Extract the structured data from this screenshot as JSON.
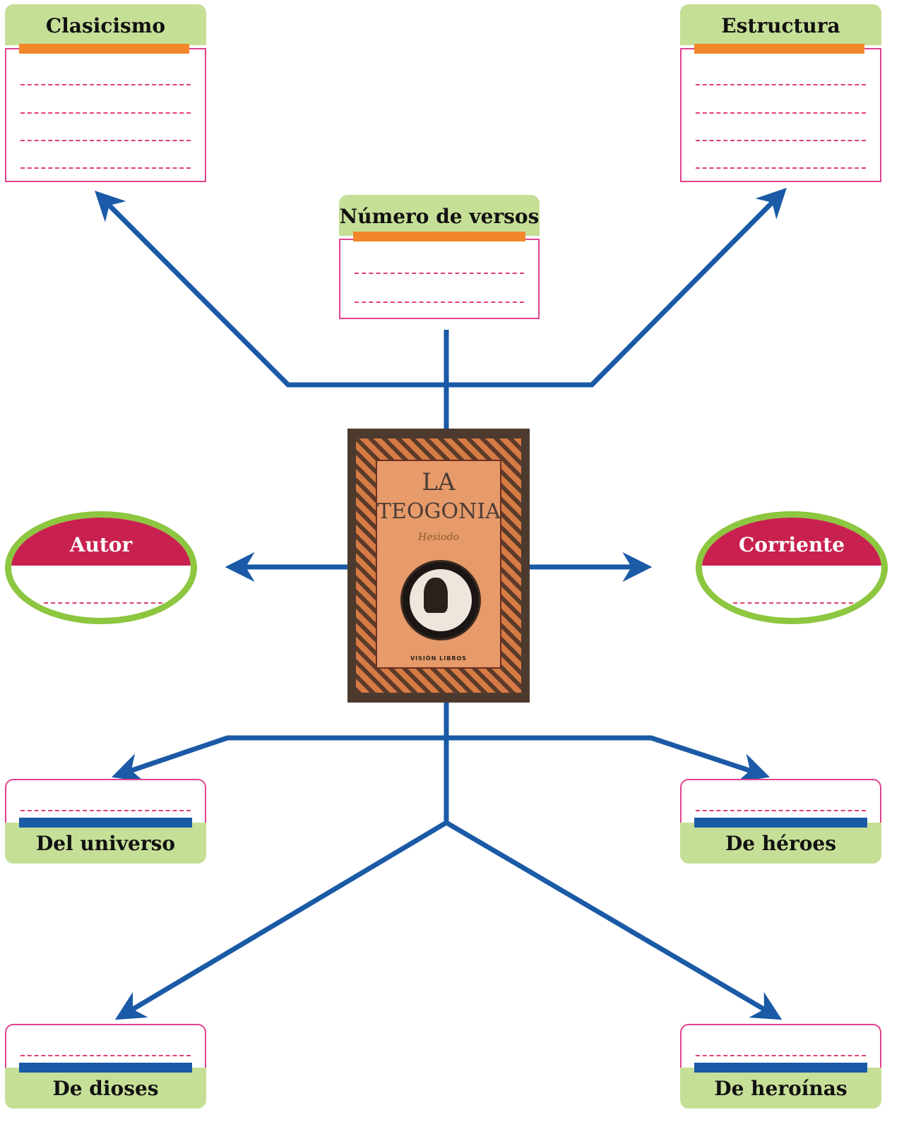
{
  "colors": {
    "connector": "#1a5aa6",
    "header_green": "#c6df97",
    "top_bar_orange": "#f2862a",
    "bottom_bar_blue": "#1a5aa6",
    "frame_magenta": "#e0428f",
    "dash_red": "#e0426e",
    "oval_rim_green": "#8dc63f",
    "oval_cap_crimson": "#c8214f"
  },
  "top_boxes": {
    "clasicismo": "Clasicismo",
    "estructura": "Estructura",
    "numero_versos": "Número de versos"
  },
  "ovals": {
    "autor": "Autor",
    "corriente": "Corriente"
  },
  "bottom_boxes": {
    "del_universo": "Del universo",
    "de_heroes": "De héroes",
    "de_dioses": "De dioses",
    "de_heroinas": "De heroínas"
  },
  "book": {
    "title_line1": "LA",
    "title_line2": "TEOGONIA",
    "author": "Hesiodo",
    "publisher": "VISIÓN LIBROS"
  }
}
